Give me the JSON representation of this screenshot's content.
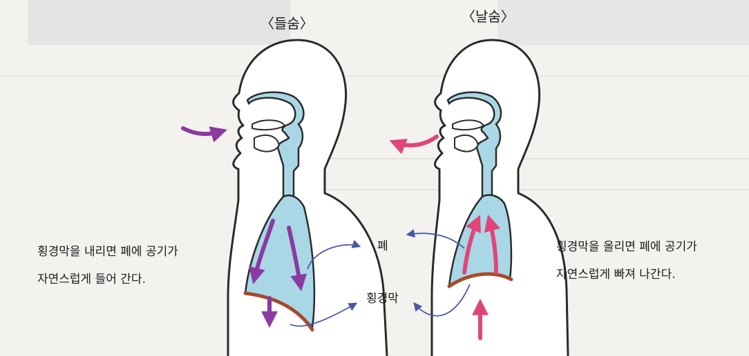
{
  "inhale": {
    "title": "〈들숨〉",
    "caption_line1": "횡경막을 내리면 폐에 공기가",
    "caption_line2": "자연스럽게 들어 간다."
  },
  "exhale": {
    "title": "〈날숨〉",
    "caption_line1": "횡경막을 올리면 폐에 공기가",
    "caption_line2": "자연스럽게 빠져 나간다."
  },
  "labels": {
    "lung": "폐",
    "diaphragm": "횡경막"
  },
  "colors": {
    "background": "#f4f2ef",
    "outline": "#2a2a2a",
    "organ_fill": "#a9d7e6",
    "diaphragm": "#a64a2a",
    "inhale_arrow": "#8a3aa0",
    "exhale_arrow": "#e0457a",
    "pointer_line": "#4a57a8"
  }
}
